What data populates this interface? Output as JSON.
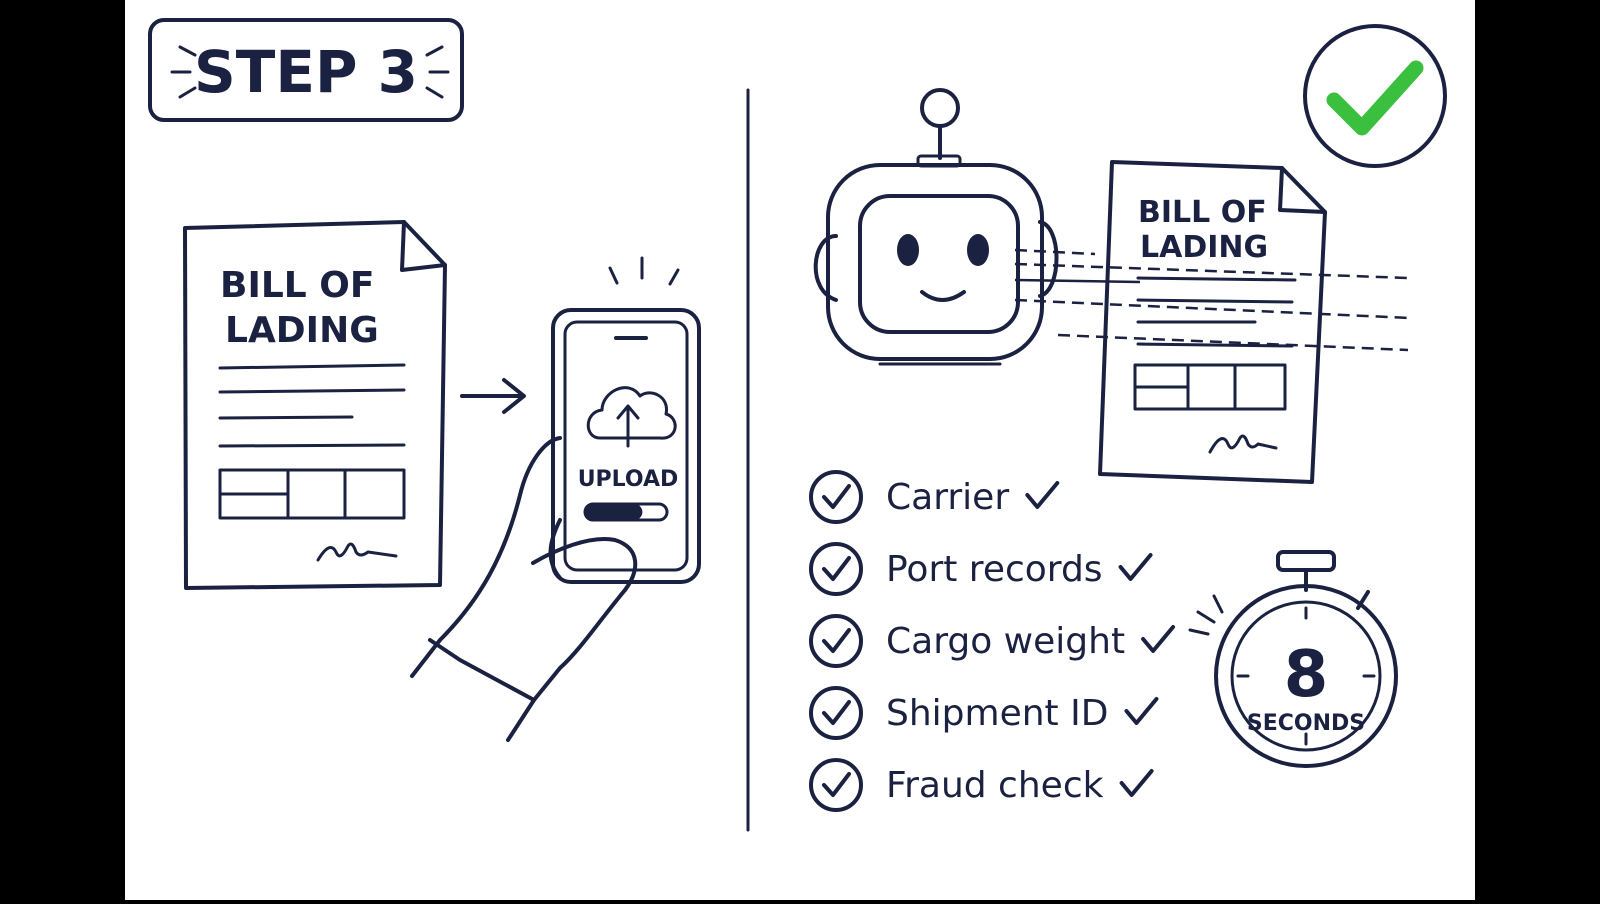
{
  "step_badge": {
    "label": "STEP 3"
  },
  "left_document": {
    "title_line1": "BILL OF",
    "title_line2": "LADING"
  },
  "phone": {
    "upload_label": "UPLOAD",
    "progress": 0.7
  },
  "right_document": {
    "title_line1": "BILL OF",
    "title_line2": "LADING"
  },
  "checklist": {
    "items": [
      {
        "label": "Carrier"
      },
      {
        "label": "Port records"
      },
      {
        "label": "Cargo weight"
      },
      {
        "label": "Shipment ID"
      },
      {
        "label": "Fraud check"
      }
    ]
  },
  "timer": {
    "value": "8",
    "unit": "SECONDS"
  },
  "colors": {
    "ink": "#1b2140",
    "success": "#3bbf3f",
    "background": "#ffffff",
    "frame": "#000000"
  }
}
